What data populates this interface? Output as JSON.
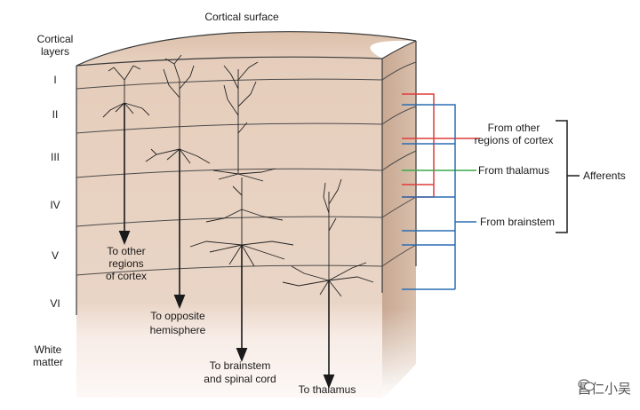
{
  "title": "Cortical surface",
  "layers_header": [
    "Cortical",
    "layers"
  ],
  "layers": [
    "I",
    "II",
    "III",
    "IV",
    "V",
    "VI"
  ],
  "white_matter": [
    "White",
    "matter"
  ],
  "outputs": {
    "other_cortex": [
      "To other",
      "regions",
      "of cortex"
    ],
    "opposite_hemisphere": [
      "To opposite",
      "hemisphere"
    ],
    "brainstem_spinal": [
      "To brainstem",
      "and spinal cord"
    ],
    "thalamus": [
      "To thalamus"
    ]
  },
  "afferents": {
    "from_other_cortex": [
      "From other",
      "regions of cortex"
    ],
    "from_thalamus": "From thalamus",
    "from_brainstem": "From brainstem",
    "group_label": "Afferents"
  },
  "colors": {
    "other_cortex_line": "#e23b3b",
    "thalamus_line": "#3aa84a",
    "brainstem_line": "#2a6db3"
  },
  "watermark": "昌仁小吴"
}
